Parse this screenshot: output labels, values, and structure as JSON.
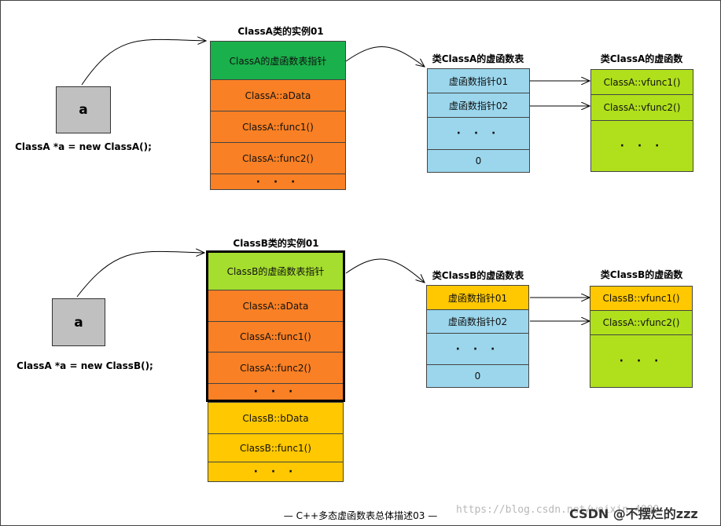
{
  "top": {
    "obj_label": "a",
    "code": "ClassA *a = new ClassA();",
    "instance_title": "ClassA类的实例01",
    "instance_rows": [
      "ClassA的虚函数表指针",
      "ClassA::aData",
      "ClassA::func1()",
      "ClassA::func2()",
      "· · ·"
    ],
    "vtable_title": "类ClassA的虚函数表",
    "vtable_rows": [
      "虚函数指针01",
      "虚函数指针02",
      "· · ·",
      "0"
    ],
    "vfunc_title": "类ClassA的虚函数",
    "vfunc_rows": [
      "ClassA::vfunc1()",
      "ClassA::vfunc2()",
      "· · ·"
    ]
  },
  "bottom": {
    "obj_label": "a",
    "code": "ClassA *a = new ClassB();",
    "instance_title": "ClassB类的实例01",
    "instance_rows": [
      "ClassB的虚函数表指针",
      "ClassA::aData",
      "ClassA::func1()",
      "ClassA::func2()",
      "· · ·"
    ],
    "extra_rows": [
      "ClassB::bData",
      "ClassB::func1()",
      "· · ·"
    ],
    "vtable_title": "类ClassB的虚函数表",
    "vtable_rows": [
      "虚函数指针01",
      "虚函数指针02",
      "· · ·",
      "0"
    ],
    "vfunc_title": "类ClassB的虚函数",
    "vfunc_rows": [
      "ClassB::vfunc1()",
      "ClassA::vfunc2()",
      "· · ·"
    ]
  },
  "caption": "— C++多态虚函数表总体描述03 —",
  "watermark": "https://blog.csdn.net/weixin_4000",
  "brand": "CSDN @不摆烂的zzz",
  "colors": {
    "pointer_green": "#1ab04b",
    "member_orange": "#f98024",
    "pointer_lime": "#a5de2e",
    "vtable_blue": "#9bd6ec",
    "highlight_yellow": "#ffc800",
    "vfunc_green": "#b0e01c",
    "object_gray": "#c0c0c0"
  }
}
